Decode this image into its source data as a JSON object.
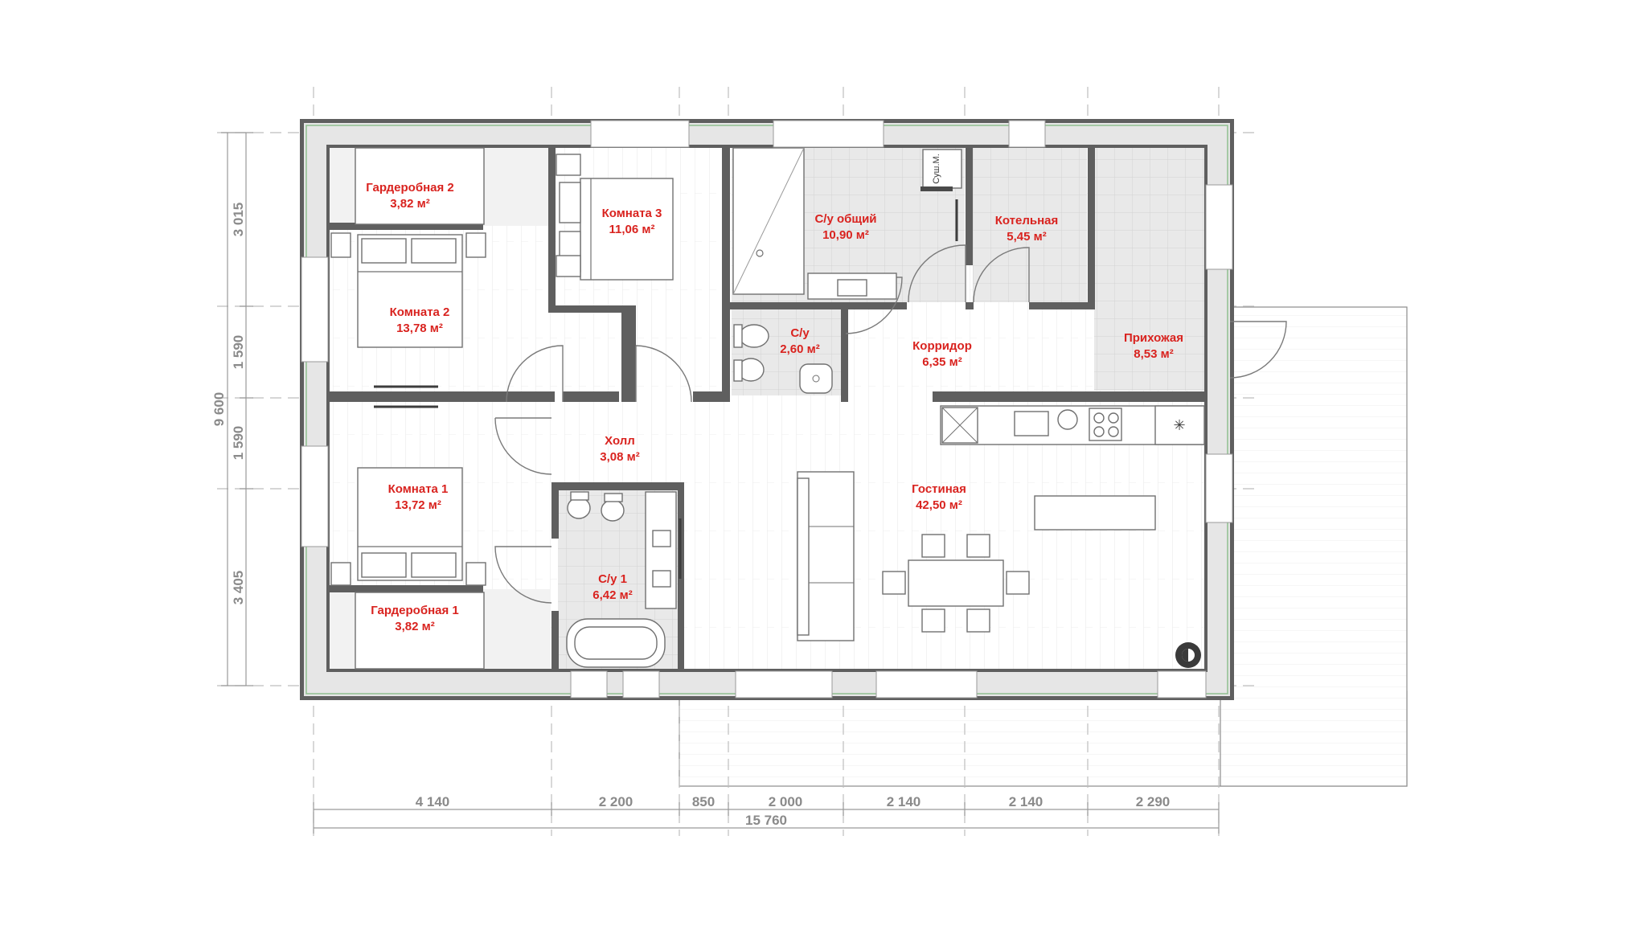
{
  "rooms": {
    "wardrobe2": {
      "name": "Гардеробная 2",
      "area": "3,82 м²"
    },
    "room3": {
      "name": "Комната 3",
      "area": "11,06 м²"
    },
    "bath_common": {
      "name": "С/у общий",
      "area": "10,90 м²"
    },
    "boiler": {
      "name": "Котельная",
      "area": "5,45 м²"
    },
    "room2": {
      "name": "Комната 2",
      "area": "13,78 м²"
    },
    "wc": {
      "name": "С/у",
      "area": "2,60 м²"
    },
    "corridor": {
      "name": "Корридор",
      "area": "6,35 м²"
    },
    "entrance": {
      "name": "Прихожая",
      "area": "8,53 м²"
    },
    "hall": {
      "name": "Холл",
      "area": "3,08 м²"
    },
    "living": {
      "name": "Гостиная",
      "area": "42,50 м²"
    },
    "room1": {
      "name": "Комната 1",
      "area": "13,72 м²"
    },
    "bath1": {
      "name": "С/у 1",
      "area": "6,42 м²"
    },
    "wardrobe1": {
      "name": "Гардеробная 1",
      "area": "3,82 м²"
    }
  },
  "dryer_label": "Суш.М.",
  "dimensions": {
    "horizontal": [
      "4 140",
      "2 200",
      "850",
      "2 000",
      "2 140",
      "2 140",
      "2 290"
    ],
    "total_width": "15 760",
    "vertical": [
      "3 015",
      "1 590",
      "1 590",
      "3 405"
    ],
    "total_height": "9 600"
  },
  "colors": {
    "room_label": "#d9231f",
    "wall": "#5f5f5f",
    "wall_insulation": "#e6e6e6",
    "window_glass": "#8fbf8f",
    "tile_floor": "#e9e9e9"
  }
}
